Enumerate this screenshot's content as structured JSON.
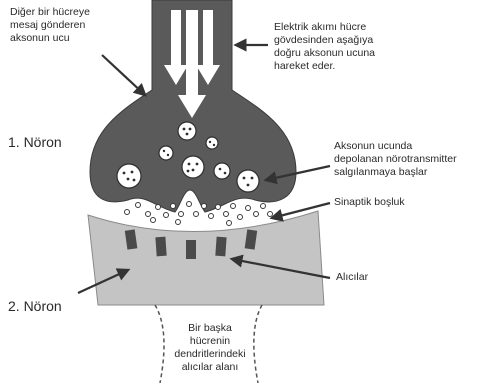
{
  "labels": {
    "sender_axon_tip": "Diğer bir hücreye\nmesaj gönderen\naksonun ucu",
    "electric_current": "Elektrik akımı hücre\ngövdesinden aşağıya\ndoğru aksonun ucuna\nhareket eder.",
    "neuron_1": "1. Nöron",
    "neurotransmitter_release": "Aksonun ucunda\ndepolanan nörotransmitter\nsalgılanmaya başlar",
    "synaptic_gap": "Sinaptik boşluk",
    "receptors": "Alıcılar",
    "neuron_2": "2. Nöron",
    "dendrite_receptor_area": "Bir başka\nhücrenin\ndendritlerindeki\nalıcılar alanı"
  },
  "colors": {
    "axon_fill": "#5a5a5a",
    "dendrite_fill": "#c4c4c4",
    "receptor_fill": "#4a4a4a",
    "arrow_fill": "#ffffff",
    "pointer_color": "#333333"
  }
}
